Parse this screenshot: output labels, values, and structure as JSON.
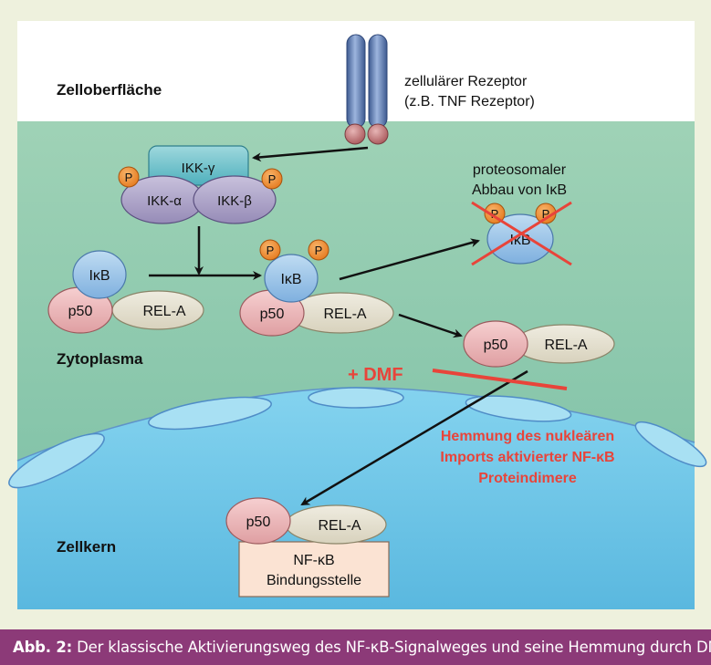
{
  "labels": {
    "cell_surface": "Zelloberfläche",
    "cytoplasm": "Zytoplasma",
    "nucleus": "Zellkern",
    "receptor_line1": "zellulärer Rezeptor",
    "receptor_line2": "(z.B. TNF Rezeptor)",
    "degradation_line1": "proteosomaler",
    "degradation_line2": "Abbau von IκB"
  },
  "proteins": {
    "ikk_gamma": "IKK-γ",
    "ikk_alpha": "IKK-α",
    "ikk_beta": "IKK-β",
    "ikb": "IκB",
    "p50": "p50",
    "rel_a": "REL-A",
    "phosphate": "P"
  },
  "binding_site": {
    "line1": "NF-κB",
    "line2": "Bindungsstelle"
  },
  "inhibition": {
    "dmf": "+ DMF",
    "line1": "Hemmung des nukleären",
    "line2": "Imports aktivierter NF-κB",
    "line3": "Proteindimere"
  },
  "caption": {
    "lead": "Abb. 2:",
    "text": " Der klassische Aktivierungsweg des NF-κB-Signalweges und seine Hemmung durch DMF."
  },
  "colors": {
    "page_background": "#eef1dd",
    "cytoplasm_green": "#86c4a6",
    "nucleus_blue": "#66c3e6",
    "inhibition_red": "#e8443a",
    "phosphate_orange": "#f0923b",
    "caption_purple": "#8c3a78"
  }
}
